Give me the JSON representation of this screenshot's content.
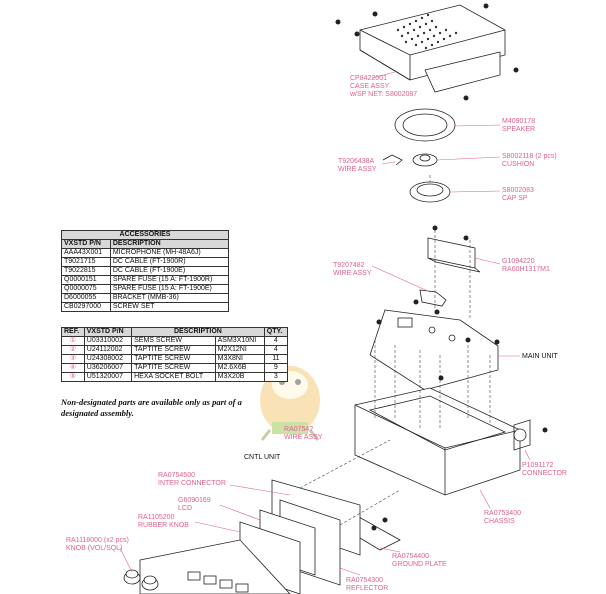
{
  "labels": {
    "case_assy": [
      "CP8422001",
      "CASE ASSY",
      "w/SP NET: S8002087"
    ],
    "speaker": [
      "M4090178",
      "SPEAKER"
    ],
    "cushion": [
      "S8002118 (2 pcs)",
      "CUSHION"
    ],
    "wire_assy_top": [
      "T9206438A",
      "WIRE ASSY"
    ],
    "cap_sp": [
      "S8002083",
      "CAP SP"
    ],
    "wire_assy_mid": [
      "T9207482",
      "WIRE ASSY"
    ],
    "ra60": [
      "G1094220",
      "RA60H1317M1"
    ],
    "main_unit": [
      "MAIN UNIT"
    ],
    "wire_assy_low": [
      "RA0754?",
      "WIRE ASSY"
    ],
    "cntl_unit": [
      "CNTL UNIT"
    ],
    "inter_connector": [
      "RA0754500",
      "INTER CONNECTOR"
    ],
    "lcd": [
      "G6090169",
      "LCD"
    ],
    "rubber_knob": [
      "RA1105200",
      "RUBBER KNOB"
    ],
    "knob_vol": [
      "RA1118000 (x2 pcs)",
      "KNOB (VOL/SQL)"
    ],
    "connector": [
      "P1091172",
      "CONNECTOR"
    ],
    "chassis": [
      "RA0753400",
      "CHASSIS"
    ],
    "ground_plate": [
      "RA0754400",
      "GROUND PLATE"
    ],
    "reflector": [
      "RA0754300",
      "REFLECTOR"
    ]
  },
  "accessories": {
    "title": "ACCESSORIES",
    "headers": [
      "VXSTD P/N",
      "DESCRIPTION"
    ],
    "rows": [
      [
        "AAA43X001",
        "MICROPHONE (MH-48A6J)"
      ],
      [
        "T9021715",
        "DC CABLE (FT-1900R)"
      ],
      [
        "T9022815",
        "DC CABLE (FT-1900E)"
      ],
      [
        "Q0000151",
        "SPARE FUSE (15 A: FT-1900R)"
      ],
      [
        "Q0000075",
        "SPARE FUSE (15 A: FT-1900E)"
      ],
      [
        "D6000055",
        "BRACKET (MMB-36)"
      ],
      [
        "CB0297000",
        "SCREW SET"
      ]
    ]
  },
  "screws": {
    "headers": [
      "REF.",
      "VXSTD P/N",
      "DESCRIPTION",
      "",
      "QTY."
    ],
    "rows": [
      [
        "①",
        "U03310002",
        "SEMS SCREW",
        "ASM3X10NI",
        "4"
      ],
      [
        "②",
        "U24112002",
        "TAPTITE SCREW",
        "M2X12NI",
        "4"
      ],
      [
        "③",
        "U24308002",
        "TAPTITE SCREW",
        "M3X8NI",
        "11"
      ],
      [
        "④",
        "U36206007",
        "TAPTITE SCREW",
        "M2.6X6B",
        "9"
      ],
      [
        "⑤",
        "U51320007",
        "HEXA SOCKET BOLT",
        "M3X20B",
        "3"
      ]
    ]
  },
  "note": "Non-designated parts are available only as part of a designated assembly.",
  "colors": {
    "label": "#e0608e",
    "line": "#222222",
    "leader": "#e0608e"
  }
}
